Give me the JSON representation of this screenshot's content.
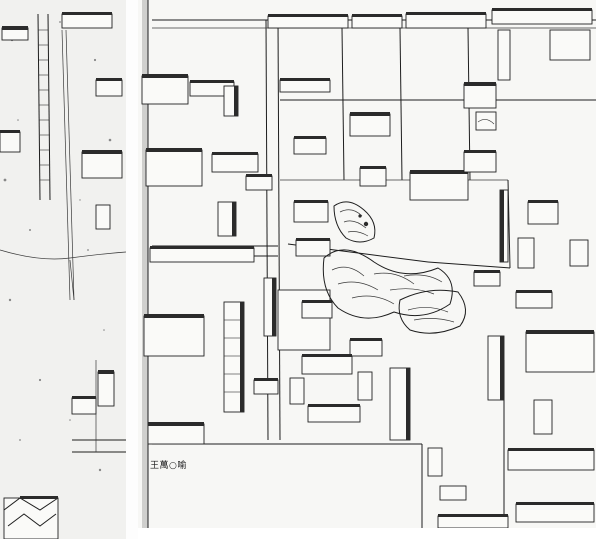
{
  "image": {
    "kind": "historical ink map of a walled town quarter, two scanned panels",
    "width": 596,
    "height": 539
  },
  "inscription": {
    "text": "王萬○喻"
  },
  "palette": {
    "ink": "#1e1e1e",
    "paper_left": "#f1f1ef",
    "paper_right": "#f7f7f5"
  }
}
